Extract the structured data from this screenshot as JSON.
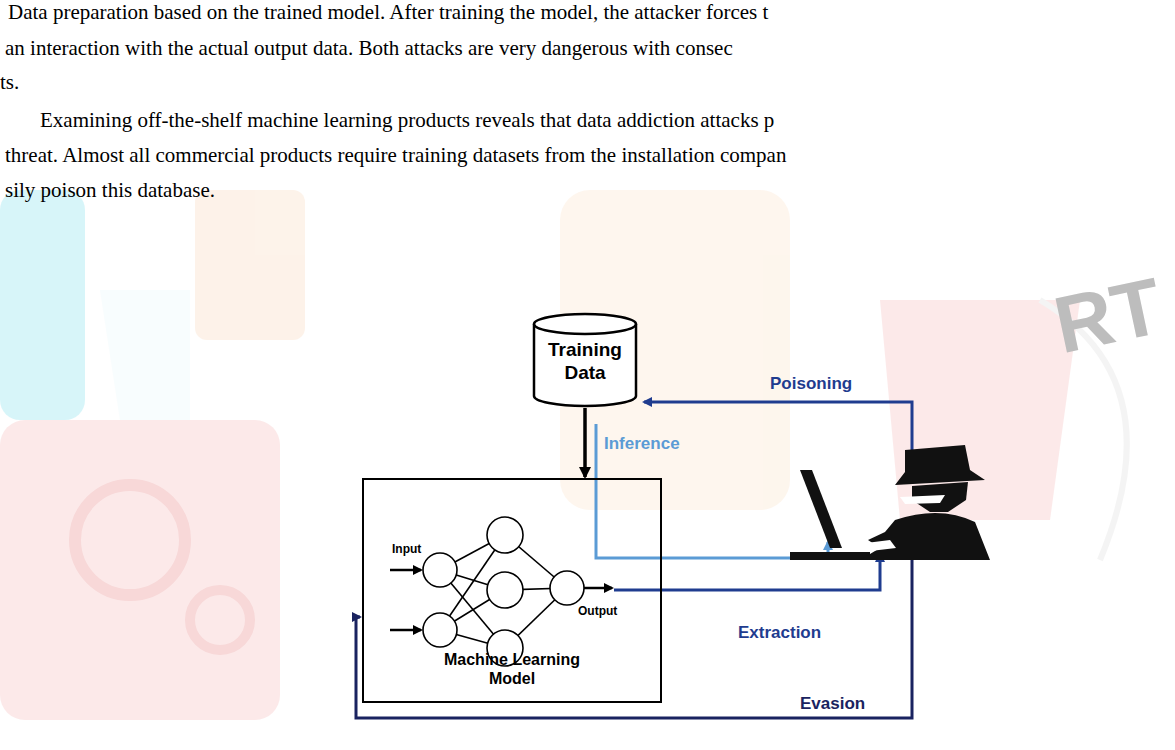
{
  "diagram": {
    "nodes": [
      {
        "text": [
          "Training Data"
        ]
      },
      {
        "text": [
          "Input",
          "Output",
          "Machine Learning Model"
        ]
      }
    ],
    "edges": [
      {
        "from": 0,
        "to": 1,
        "arrow": "to"
      }
    ],
    "labels": [
      "Data preparation based on the trained model. After training the model, the attacker forces t",
      "an interaction with the actual output data. Both attacks are very dangerous with consec",
      "ts.",
      "Examining off-the-shelf machine learning products reveals that data addiction attacks p",
      "threat. Almost all commercial products require training datasets from the installation compan",
      "sily poison this database.",
      "Poisoning",
      "Inference",
      "Extraction",
      "Evasion",
      "RT"
    ]
  }
}
